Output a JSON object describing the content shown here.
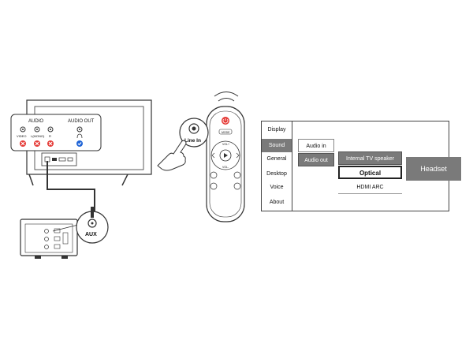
{
  "tv": {
    "audio_label": "AUDIO",
    "audio_out_label": "AUDIO OUT",
    "jack_labels": [
      "VIDEO",
      "L(MONO)",
      "R"
    ]
  },
  "speaker": {
    "aux_label": "AUX"
  },
  "remote": {
    "line_in_label": "Line In",
    "mode_label": "MODE",
    "vol_plus_label": "VOL+",
    "vol_minus_label": "VOL-"
  },
  "settings_menu": {
    "categories": [
      "Display",
      "Sound",
      "General",
      "Desktop",
      "Voice",
      "About"
    ],
    "selected_category": "Sound",
    "sound_options": [
      "Audio in",
      "Audio out"
    ],
    "selected_sound_option": "Audio out",
    "audio_out_options": [
      "Internal TV speaker",
      "Optical",
      "HDMI ARC"
    ],
    "highlighted_output": "Internal TV speaker",
    "focused_output": "Optical",
    "result": "Headset"
  },
  "colors": {
    "line": "#333333",
    "highlight_gray": "#7a7a7a",
    "power_red": "#e53935",
    "check_blue": "#1e63d6",
    "cross_red": "#e53935"
  }
}
